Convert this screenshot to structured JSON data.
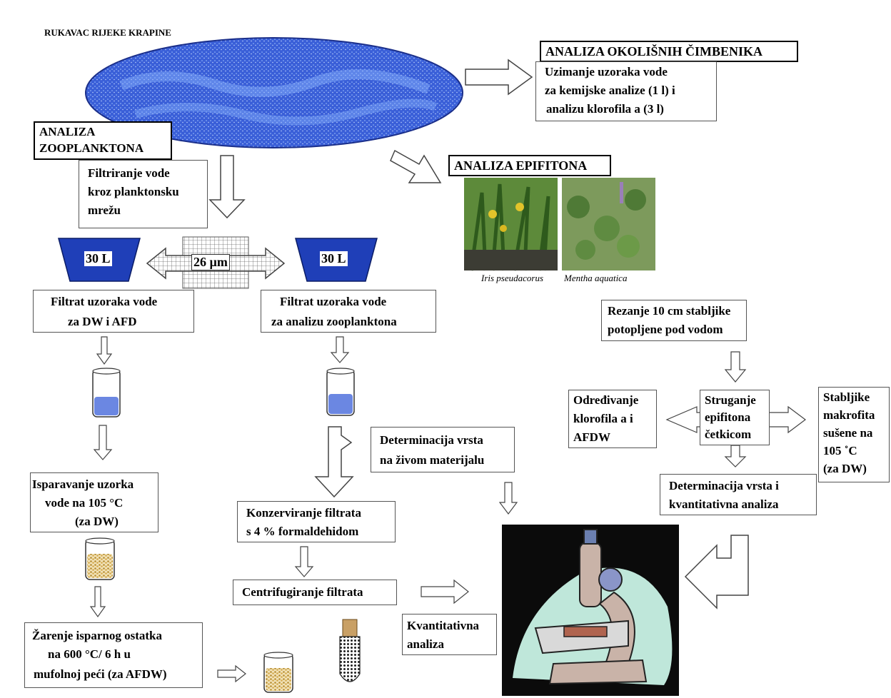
{
  "title": "RUKAVAC RIJEKE KRAPINE",
  "environment": {
    "heading": "ANALIZA OKOLIŠNIH ČIMBENIKA",
    "lines": [
      "Uzimanje uzoraka vode",
      "za kemijske analize (1 l) i",
      "analizu klorofila a  (3 l)"
    ]
  },
  "zooplankton": {
    "heading_lines": [
      "ANALIZA",
      "ZOOPLANKTONA"
    ],
    "filter_lines": [
      "Filtriranje vode",
      "kroz planktonsku",
      "mrežu"
    ],
    "bucket_left": "30 L",
    "bucket_right": "30 L",
    "mesh": "26 µm",
    "filtrate_dw_lines": [
      "Filtrat uzoraka vode",
      "za DW i AFD"
    ],
    "filtrate_zoo_lines": [
      "Filtrat uzoraka vode",
      "za analizu zooplanktona"
    ],
    "evaporation_lines": [
      "Isparavanje uzorka",
      "vode na 105 °C",
      "(za DW)"
    ],
    "ignition_lines": [
      "Žarenje isparnog ostatka",
      "na  600 °C/ 6 h u",
      "mufolnoj peći (za AFDW)"
    ],
    "determination_lines": [
      "Determinacija vrsta",
      "na živom materijalu"
    ],
    "preservation_lines": [
      "Konzerviranje filtrata",
      "s 4 % formaldehidom"
    ],
    "centrifuge": "Centrifugiranje filtrata",
    "quantitative_lines": [
      "Kvantitativna",
      "analiza"
    ]
  },
  "epiphyton": {
    "heading": "ANALIZA EPIFITONA",
    "plant1": "Iris pseudacorus",
    "plant2": "Mentha aquatica",
    "cutting_lines": [
      "Rezanje 10 cm stabljike",
      "potopljene pod vodom"
    ],
    "scraping_lines": [
      "Struganje",
      "epifitona",
      "četkicom"
    ],
    "chlorophyll_lines": [
      "Određivanje",
      "klorofila a  i",
      "AFDW"
    ],
    "stems_lines": [
      "Stabljike",
      "makrofita",
      "sušene na",
      "105 ˚C",
      "(za DW)"
    ],
    "determination_lines": [
      "Determinacija vrsta  i",
      "kvantitativna analiza"
    ]
  },
  "colors": {
    "water": "#3a5fd8",
    "bucket": "#1f3fb8",
    "sediment": "#c9a34a",
    "microscope_bg": "#0b0b0b",
    "microscope_base": "#bfe7da"
  }
}
